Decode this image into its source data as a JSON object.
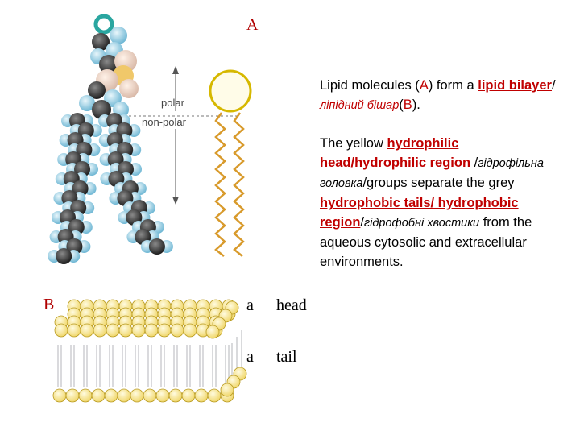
{
  "labels": {
    "a": "A",
    "b": "B",
    "polar": "polar",
    "non_polar": "non-polar",
    "bottom_a1": "a",
    "bottom_head": "head",
    "bottom_a2": "a",
    "bottom_tail": "tail"
  },
  "paragraph1": {
    "t1": "Lipid molecules (",
    "t2": "A",
    "t3": ") form a ",
    "t4": "lipid bilayer",
    "t5": "/ ",
    "t6": "ліпідний бішар",
    "t7": "(",
    "t8": "B",
    "t9": ")."
  },
  "paragraph2": {
    "t1": "The yellow ",
    "t2": "hydrophilic head/hydrophilic region",
    "t3": " /",
    "t4": "гідрофільна головка",
    "t5": "/groups separate the grey ",
    "t6": "hydrophobic tails/ hydrophobic region",
    "t7": "/",
    "t8": "гідрофобні хвостики",
    "t9": " from the aqueous cytosolic and extracellular environments."
  },
  "colors": {
    "head_yellow": "#f3e07a",
    "head_outline": "#c8a400",
    "tail_grey": "#bfc4c8",
    "atom_dark": "#333333",
    "atom_light": "#a9d6e8",
    "label_red": "#c00000"
  }
}
